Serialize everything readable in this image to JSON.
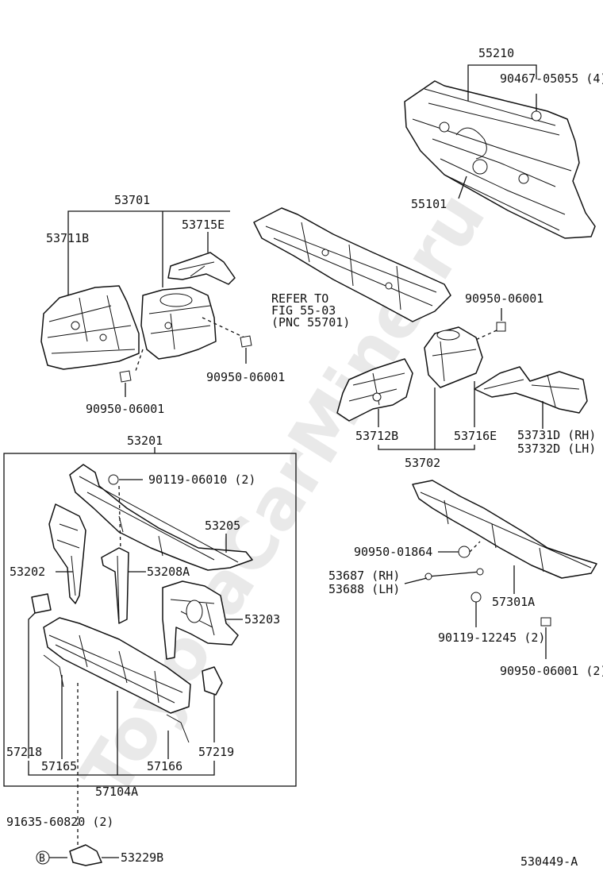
{
  "watermark": "ToyotaCarMine.ru",
  "figure_id": "530449-A",
  "labels": {
    "p55210": "55210",
    "p90467": "90467-05055 (4)",
    "p55101": "55101",
    "p53701": "53701",
    "p53715E": "53715E",
    "p53711B": "53711B",
    "refer1": "REFER TO",
    "refer2": "FIG 55-03",
    "refer3": "(PNC 55701)",
    "p90950_a": "90950-06001",
    "p90950_b": "90950-06001",
    "p90950_c": "90950-06001",
    "p53712B": "53712B",
    "p53716E": "53716E",
    "p53731D": "53731D (RH)",
    "p53732D": "53732D (LH)",
    "p53702": "53702",
    "p53201": "53201",
    "p90119_a": "90119-06010 (2)",
    "p53205": "53205",
    "p53202": "53202",
    "p53208A": "53208A",
    "p53203": "53203",
    "p57218": "57218",
    "p57165": "57165",
    "p57166": "57166",
    "p57219": "57219",
    "p57104A": "57104A",
    "p91635": "91635-60820 (2)",
    "p53229B": "53229B",
    "bolt_mark": "B",
    "p90950_018": "90950-01864",
    "p53687": "53687 (RH)",
    "p53688": "53688 (LH)",
    "p57301A": "57301A",
    "p90119_b": "90119-12245 (2)",
    "p90950_d": "90950-06001 (2)"
  }
}
